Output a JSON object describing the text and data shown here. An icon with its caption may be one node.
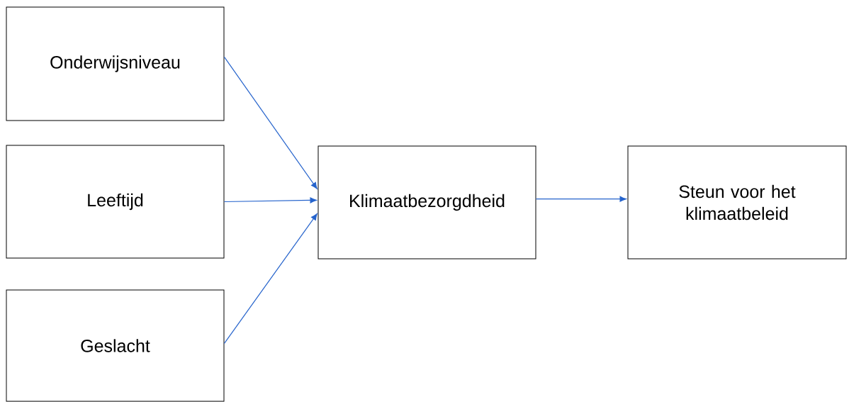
{
  "diagram": {
    "nodes": [
      {
        "text": [
          "Onderwijsniveau"
        ]
      },
      {
        "text": [
          "Leeftijd"
        ]
      },
      {
        "text": [
          "Geslacht"
        ]
      },
      {
        "text": [
          "Klimaatbezorgdheid"
        ]
      },
      {
        "text": [
          "Steun voor het klimaatbeleid"
        ]
      }
    ],
    "edges": [
      {
        "from": 0,
        "to": 3,
        "arrow": "to"
      },
      {
        "from": 1,
        "to": 3,
        "arrow": "to"
      },
      {
        "from": 2,
        "to": 3,
        "arrow": "to"
      },
      {
        "from": 3,
        "to": 4,
        "arrow": "to"
      }
    ]
  }
}
